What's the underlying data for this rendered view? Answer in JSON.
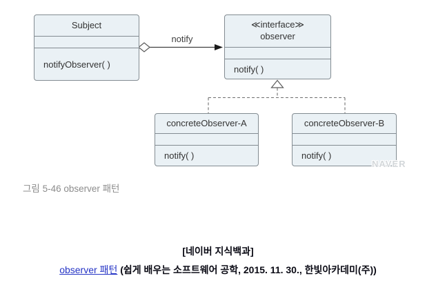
{
  "diagram": {
    "type": "uml-class-diagram",
    "classes": [
      {
        "id": "subject",
        "name": "Subject",
        "operations": "notifyObserver( )"
      },
      {
        "id": "observer",
        "stereotype": "≪interface≫",
        "name": "observer",
        "operations": "notify( )"
      },
      {
        "id": "concrete-observer-a",
        "name": "concreteObserver-A",
        "operations": "notify( )"
      },
      {
        "id": "concrete-observer-b",
        "name": "concreteObserver-B",
        "operations": "notify( )"
      }
    ],
    "relationships": [
      {
        "type": "aggregation-association",
        "from": "Subject",
        "to": "observer",
        "label": "notify"
      },
      {
        "type": "realization",
        "from": "concreteObserver-A",
        "to": "observer"
      },
      {
        "type": "realization",
        "from": "concreteObserver-B",
        "to": "observer"
      }
    ],
    "association_label": "notify",
    "watermark": "NAVER"
  },
  "caption": "그림 5-46 observer 패턴",
  "footer": {
    "source_title": "[네이버 지식백과]",
    "link_text": "observer 패턴",
    "citation": " (쉽게 배우는 소프트웨어 공학, 2015. 11. 30., 한빛아카데미(주))"
  },
  "colors": {
    "box_fill": "#eaf1f5",
    "box_border": "#828b91",
    "link_blue": "#2433c5",
    "caption_gray": "#8c8c8c",
    "watermark_gray": "#d3d7da"
  }
}
